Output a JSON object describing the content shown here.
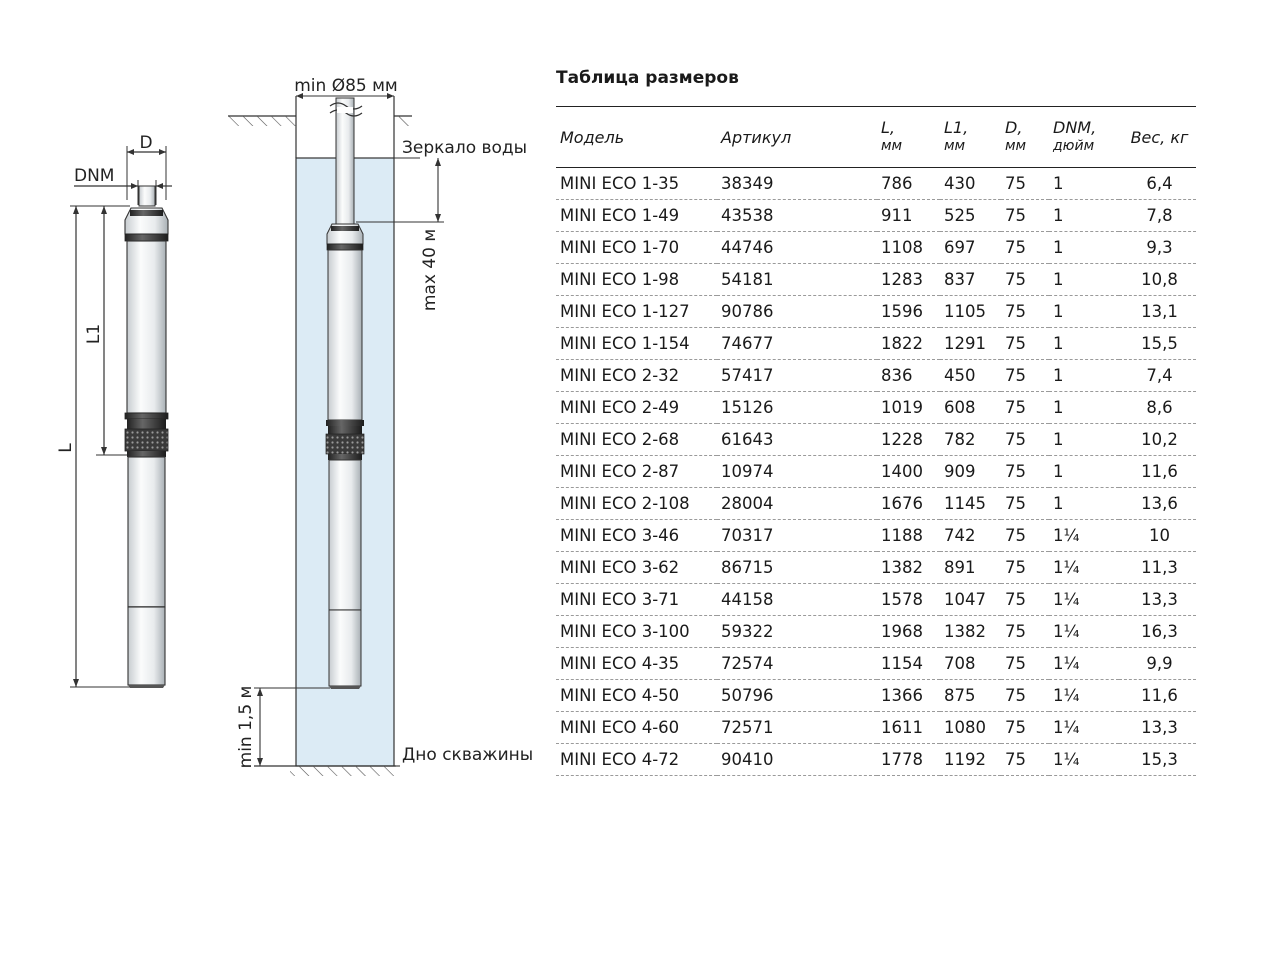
{
  "diagram": {
    "label_d": "D",
    "label_dnm": "DNM",
    "label_l1": "L1",
    "label_l": "L",
    "label_min_diameter": "min  Ø85 мм",
    "label_water_mirror": "Зеркало воды",
    "label_max_depth": "max 40 м",
    "label_min_bottom": "min 1,5 м",
    "label_well_bottom": "Дно скважины"
  },
  "table": {
    "title": "Таблица размеров",
    "headers": {
      "model": "Модель",
      "article": "Артикул",
      "l": "L,",
      "l_unit": "мм",
      "l1": "L1,",
      "l1_unit": "мм",
      "d": "D,",
      "d_unit": "мм",
      "dnm": "DNM,",
      "dnm_unit": "дюйм",
      "weight": "Вес, кг"
    },
    "rows": [
      {
        "model": "MINI ECO 1-35",
        "article": "38349",
        "l": "786",
        "l1": "430",
        "d": "75",
        "dnm": "1",
        "weight": "6,4"
      },
      {
        "model": "MINI ECO 1-49",
        "article": "43538",
        "l": "911",
        "l1": "525",
        "d": "75",
        "dnm": "1",
        "weight": "7,8"
      },
      {
        "model": "MINI ECO 1-70",
        "article": "44746",
        "l": "1108",
        "l1": "697",
        "d": "75",
        "dnm": "1",
        "weight": "9,3"
      },
      {
        "model": "MINI ECO 1-98",
        "article": "54181",
        "l": "1283",
        "l1": "837",
        "d": "75",
        "dnm": "1",
        "weight": "10,8"
      },
      {
        "model": "MINI ECO 1-127",
        "article": "90786",
        "l": "1596",
        "l1": "1105",
        "d": "75",
        "dnm": "1",
        "weight": "13,1"
      },
      {
        "model": "MINI ECO 1-154",
        "article": "74677",
        "l": "1822",
        "l1": "1291",
        "d": "75",
        "dnm": "1",
        "weight": "15,5"
      },
      {
        "model": "MINI ECO 2-32",
        "article": "57417",
        "l": "836",
        "l1": "450",
        "d": "75",
        "dnm": "1",
        "weight": "7,4"
      },
      {
        "model": "MINI ECO 2-49",
        "article": "15126",
        "l": "1019",
        "l1": "608",
        "d": "75",
        "dnm": "1",
        "weight": "8,6"
      },
      {
        "model": "MINI ECO 2-68",
        "article": "61643",
        "l": "1228",
        "l1": "782",
        "d": "75",
        "dnm": "1",
        "weight": "10,2"
      },
      {
        "model": "MINI ECO 2-87",
        "article": "10974",
        "l": "1400",
        "l1": "909",
        "d": "75",
        "dnm": "1",
        "weight": "11,6"
      },
      {
        "model": "MINI ECO 2-108",
        "article": "28004",
        "l": "1676",
        "l1": "1145",
        "d": "75",
        "dnm": "1",
        "weight": "13,6"
      },
      {
        "model": "MINI ECO 3-46",
        "article": "70317",
        "l": "1188",
        "l1": "742",
        "d": "75",
        "dnm": "1¼",
        "weight": "10"
      },
      {
        "model": "MINI ECO 3-62",
        "article": "86715",
        "l": "1382",
        "l1": "891",
        "d": "75",
        "dnm": "1¼",
        "weight": "11,3"
      },
      {
        "model": "MINI ECO 3-71",
        "article": "44158",
        "l": "1578",
        "l1": "1047",
        "d": "75",
        "dnm": "1¼",
        "weight": "13,3"
      },
      {
        "model": "MINI ECO 3-100",
        "article": "59322",
        "l": "1968",
        "l1": "1382",
        "d": "75",
        "dnm": "1¼",
        "weight": "16,3"
      },
      {
        "model": "MINI ECO 4-35",
        "article": "72574",
        "l": "1154",
        "l1": "708",
        "d": "75",
        "dnm": "1¼",
        "weight": "9,9"
      },
      {
        "model": "MINI ECO 4-50",
        "article": "50796",
        "l": "1366",
        "l1": "875",
        "d": "75",
        "dnm": "1¼",
        "weight": "11,6"
      },
      {
        "model": "MINI ECO 4-60",
        "article": "72571",
        "l": "1611",
        "l1": "1080",
        "d": "75",
        "dnm": "1¼",
        "weight": "13,3"
      },
      {
        "model": "MINI ECO 4-72",
        "article": "90410",
        "l": "1778",
        "l1": "1192",
        "d": "75",
        "dnm": "1¼",
        "weight": "15,3"
      }
    ]
  },
  "colors": {
    "water": "#dcebf5",
    "line": "#333333",
    "pump_body": "#f2f4f5"
  }
}
